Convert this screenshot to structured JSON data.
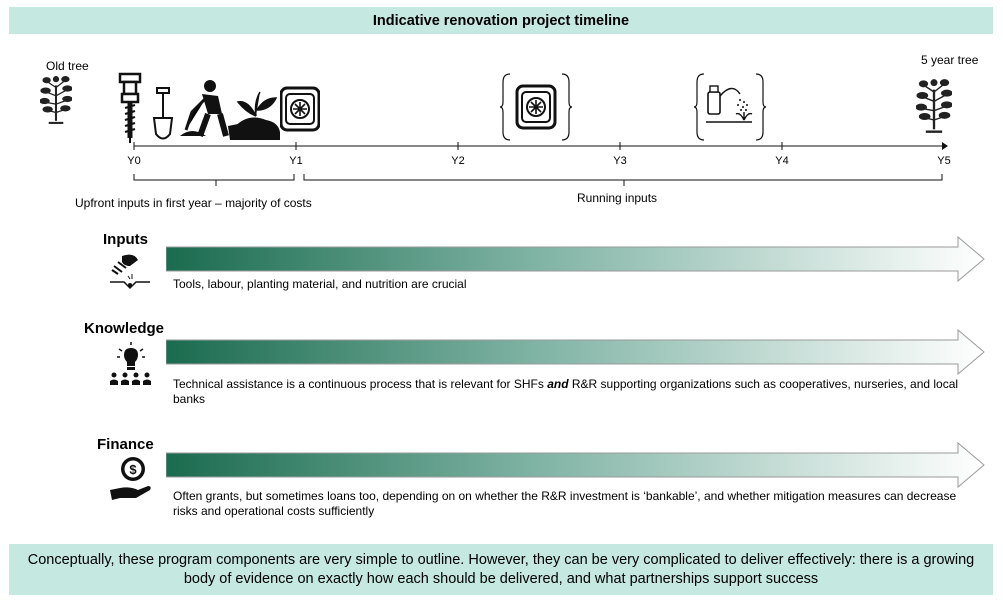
{
  "header": {
    "title": "Indicative renovation project timeline"
  },
  "timeline": {
    "start_label": "Old tree",
    "end_label": "5 year tree",
    "years": [
      "Y0",
      "Y1",
      "Y2",
      "Y3",
      "Y4",
      "Y5"
    ],
    "upfront_label": "Upfront inputs in first year – majority of costs",
    "running_label": "Running inputs"
  },
  "sections": [
    {
      "title": "Inputs",
      "icon": "seed-sowing-icon",
      "description": "Tools, labour, planting material, and nutrition are crucial"
    },
    {
      "title": "Knowledge",
      "icon": "lightbulb-group-icon",
      "description_pre": "Technical assistance is a continuous process that is relevant for SHFs ",
      "description_em": "and",
      "description_post": " R&R supporting organizations such as cooperatives, nurseries, and local banks"
    },
    {
      "title": "Finance",
      "icon": "hand-coin-icon",
      "description": "Often grants, but sometimes loans too, depending on on whether the R&R investment is ‘bankable’, and whether mitigation measures can decrease risks and operational costs sufficiently"
    }
  ],
  "footer": {
    "text": "Conceptually, these program components are very simple to outline. However, they can be very complicated to deliver effectively: there is a growing body of evidence on exactly how each should be delivered, and what partnerships support success"
  },
  "colors": {
    "banner": "#c5e8e1",
    "arrow_dark": "#1a6b4f",
    "arrow_light": "#ffffff"
  }
}
